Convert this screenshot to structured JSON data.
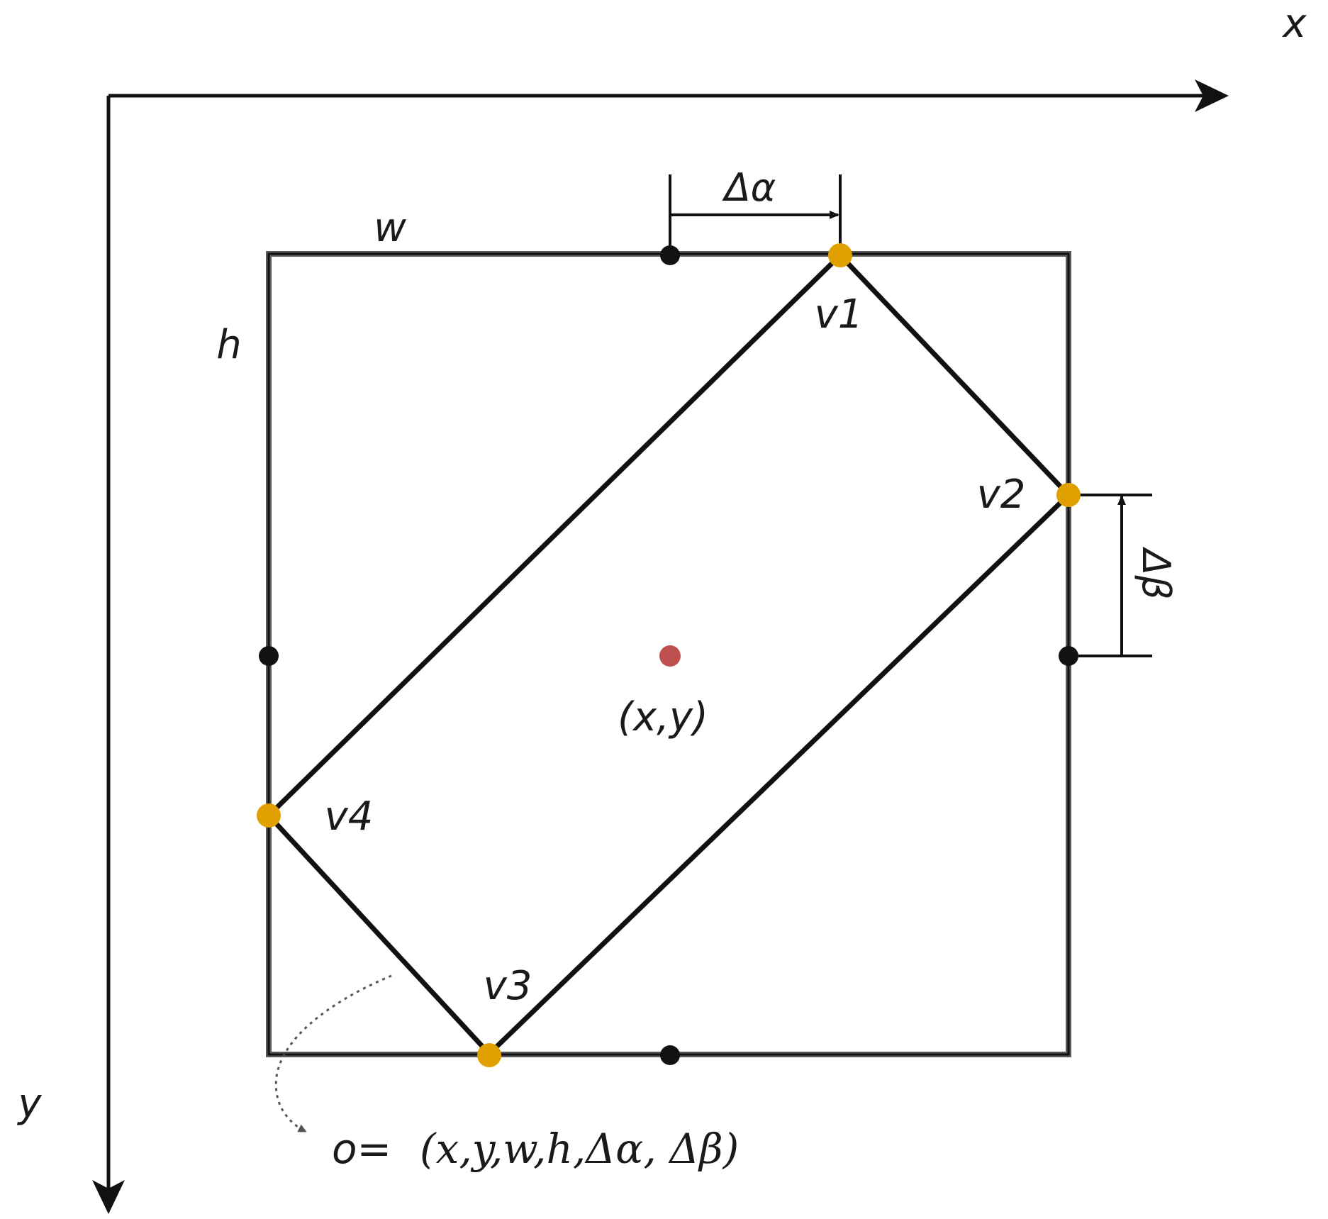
{
  "labels": {
    "x_axis": "x",
    "y_axis": "y",
    "width": "w",
    "height": "h",
    "delta_alpha": "Δα",
    "delta_beta": "Δβ",
    "v1": "v1",
    "v2": "v2",
    "v3": "v3",
    "v4": "v4",
    "center": "(x,y)",
    "formula_prefix": "o=",
    "formula_body": "(x,y,w,h,Δα, Δβ)"
  },
  "colors": {
    "line": "#111111",
    "box": "#555555",
    "vertex": "#E0A000",
    "midpoint": "#111111",
    "center": "#C05050",
    "dotted_arrow": "#555555"
  }
}
